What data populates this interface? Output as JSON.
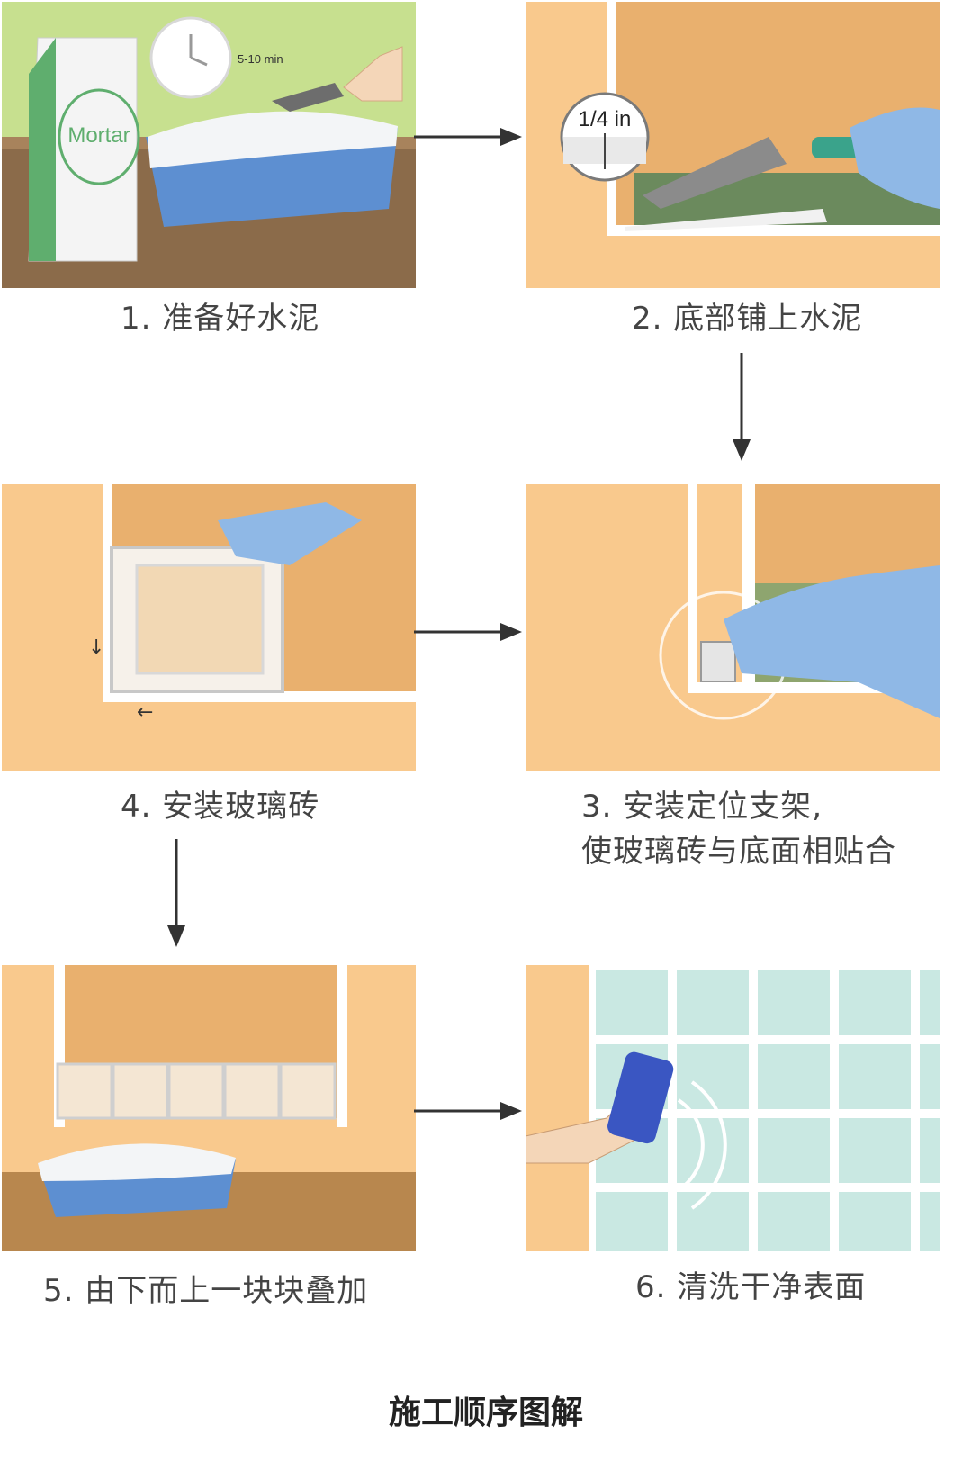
{
  "steps": [
    {
      "caption": "1. 准备好水泥",
      "bag_label": "Mortar",
      "timer_label": "5-10 min"
    },
    {
      "caption": "2. 底部铺上水泥",
      "measure_label": "1/4 in"
    },
    {
      "caption": "3. 安装定位支架,",
      "caption_line2": "使玻璃砖与底面相贴合"
    },
    {
      "caption": "4. 安装玻璃砖"
    },
    {
      "caption": "5. 由下而上一块块叠加"
    },
    {
      "caption": "6. 清洗干净表面"
    }
  ],
  "footer_title": "施工顺序图解",
  "colors": {
    "wall": "#f9c98d",
    "wall_dark": "#e9b06e",
    "glove": "#8fb8e6",
    "tray": "#5d8fd1",
    "bag_green": "#5fae6e",
    "glass": "#c9e8e2"
  }
}
